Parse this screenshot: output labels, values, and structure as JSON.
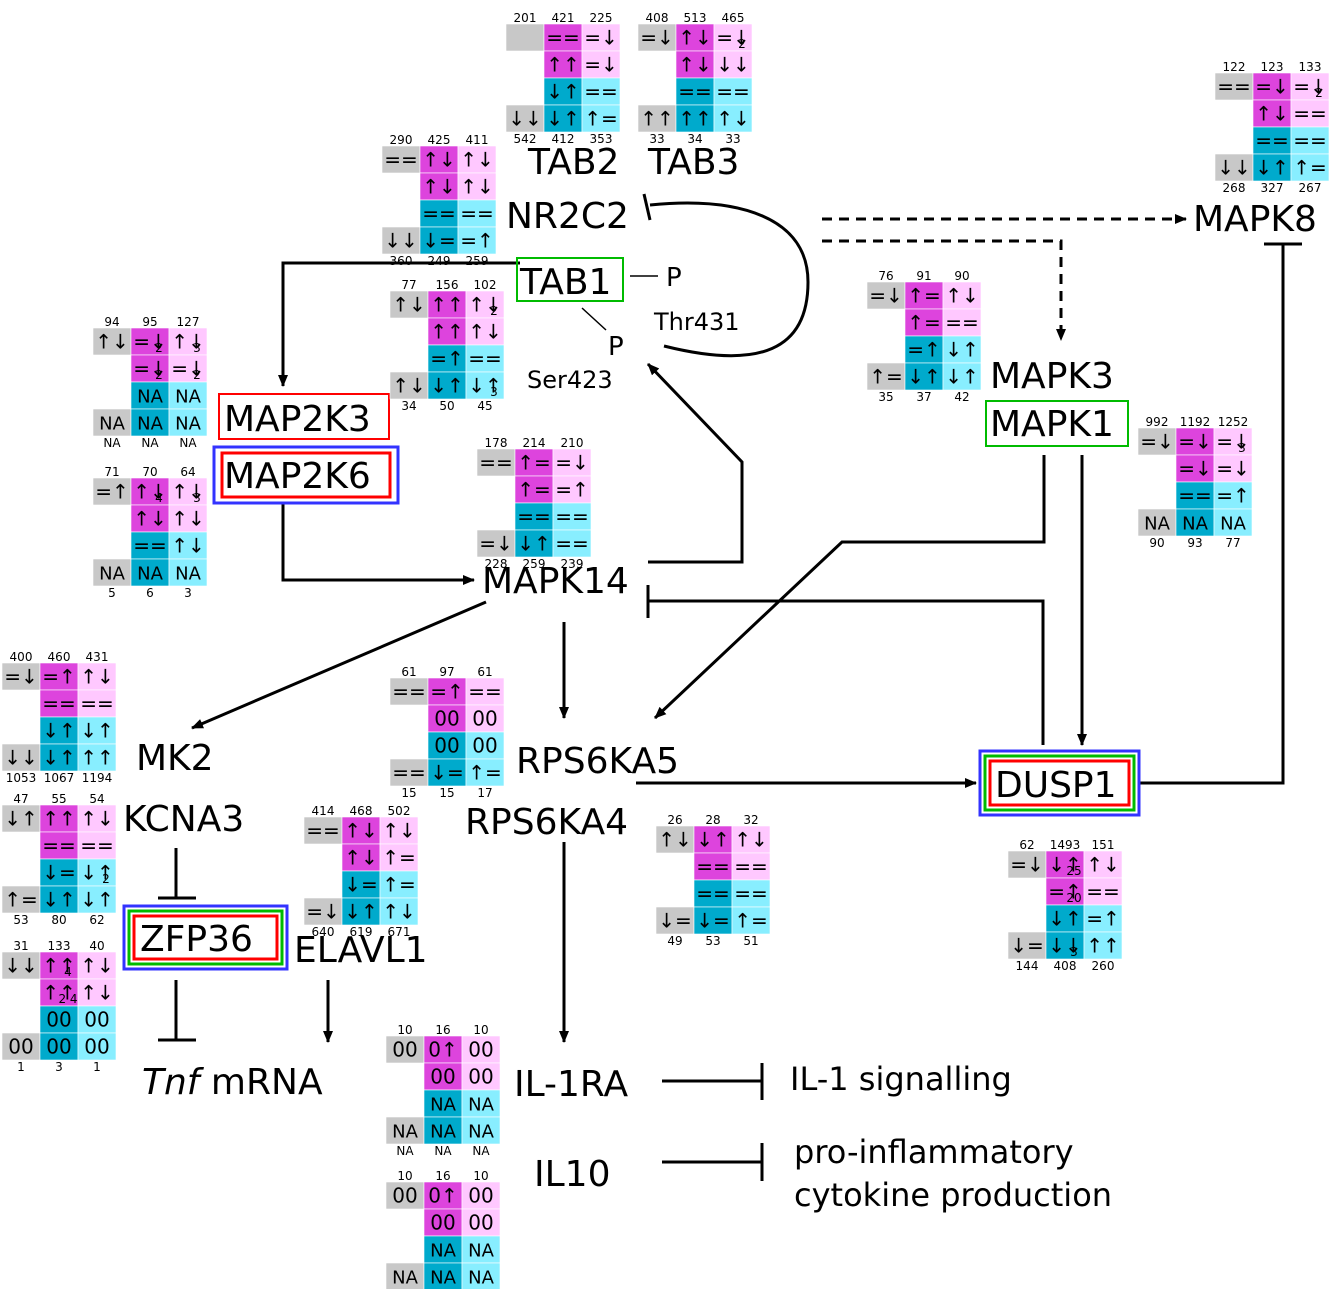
{
  "colors": {
    "gray": "#c8c8c8",
    "magenta": "#dd44dd",
    "pink": "#ffc8ff",
    "teal": "#00aacc",
    "cyan": "#88eeff",
    "red": "#ff0000",
    "green": "#00bb00",
    "blue": "#3333ff"
  },
  "nodes": {
    "tab2": "TAB2",
    "tab3": "TAB3",
    "nr2c2": "NR2C2",
    "tab1": "TAB1",
    "p_thr": "P",
    "thr431": "Thr431",
    "p_ser": "P",
    "ser423": "Ser423",
    "map2k3": "MAP2K3",
    "map2k6": "MAP2K6",
    "mapk14": "MAPK14",
    "mapk8": "MAPK8",
    "mapk3": "MAPK3",
    "mapk1": "MAPK1",
    "mk2": "MK2",
    "kcna3": "KCNA3",
    "zfp36": "ZFP36",
    "elavl1": "ELAVL1",
    "rps6ka5": "RPS6KA5",
    "rps6ka4": "RPS6KA4",
    "dusp1": "DUSP1",
    "tnf_italic": "Tnf",
    "tnf_rest": " mRNA",
    "il1ra": "IL-1RA",
    "il10": "IL10",
    "il1sig": "IL-1 signalling",
    "proinf1": "pro-inflammatory",
    "proinf2": "cytokine production"
  },
  "heatmaps": [
    {
      "id": "TAB2",
      "top": [
        "201",
        "421",
        "225"
      ],
      "bottom": [
        "542",
        "412",
        "353"
      ],
      "cells": [
        [
          "",
          "==",
          "=↓"
        ],
        [
          "",
          "↑↑",
          "=↓"
        ],
        [
          "",
          "↓↑",
          "=="
        ],
        [
          "↓↓",
          "↓↑",
          "↑="
        ]
      ],
      "sub": []
    },
    {
      "id": "TAB3",
      "top": [
        "408",
        "513",
        "465"
      ],
      "bottom": [
        "33",
        "34",
        "33"
      ],
      "cells": [
        [
          "=↓",
          "↑↓",
          "=↓"
        ],
        [
          "",
          "↑↓",
          "↓↓"
        ],
        [
          "",
          "==",
          "=="
        ],
        [
          "↑↑",
          "↑↑",
          "↑↓"
        ]
      ],
      "sub": [
        {
          "r": 0,
          "c": 2,
          "t": "2"
        }
      ]
    },
    {
      "id": "MAPK8",
      "top": [
        "122",
        "123",
        "133"
      ],
      "bottom": [
        "268",
        "327",
        "267"
      ],
      "cells": [
        [
          "==",
          "=↓",
          "=↓"
        ],
        [
          "",
          "↑↓",
          "=="
        ],
        [
          "",
          "==",
          "=="
        ],
        [
          "↓↓",
          "↓↑",
          "↑="
        ]
      ],
      "sub": [
        {
          "r": 0,
          "c": 2,
          "t": "2"
        }
      ]
    },
    {
      "id": "NR2C2",
      "top": [
        "290",
        "425",
        "411"
      ],
      "bottom": [
        "360",
        "249",
        "259"
      ],
      "cells": [
        [
          "==",
          "↑↓",
          "↑↓"
        ],
        [
          "",
          "↑↓",
          "↑↓"
        ],
        [
          "",
          "==",
          "=="
        ],
        [
          "↓↓",
          "↓=",
          "=↑"
        ]
      ],
      "sub": []
    },
    {
      "id": "TAB1",
      "top": [
        "77",
        "156",
        "102"
      ],
      "bottom": [
        "34",
        "50",
        "45"
      ],
      "cells": [
        [
          "↑↓",
          "↑↑",
          "↑↓"
        ],
        [
          "",
          "↑↑",
          "↑↓"
        ],
        [
          "",
          "=↑",
          "=="
        ],
        [
          "↑↓",
          "↓↑",
          "↓↑"
        ]
      ],
      "sub": [
        {
          "r": 0,
          "c": 2,
          "t": "2"
        },
        {
          "r": 3,
          "c": 2,
          "t": "3"
        }
      ]
    },
    {
      "id": "MAPK3",
      "top": [
        "76",
        "91",
        "90"
      ],
      "bottom": [
        "35",
        "37",
        "42"
      ],
      "cells": [
        [
          "=↓",
          "↑=",
          "↑↓"
        ],
        [
          "",
          "↑=",
          "=="
        ],
        [
          "",
          "=↑",
          "↓↑"
        ],
        [
          "↑=",
          "↓↑",
          "↓↑"
        ]
      ],
      "sub": []
    },
    {
      "id": "MAP2K3",
      "top": [
        "94",
        "95",
        "127"
      ],
      "bottom": [
        "NA",
        "NA",
        "NA"
      ],
      "cells": [
        [
          "↑↓",
          "=↓",
          "↑↓"
        ],
        [
          "",
          "=↓",
          "=↓"
        ],
        [
          "",
          "NA",
          "NA"
        ],
        [
          "NA",
          "NA",
          "NA"
        ]
      ],
      "sub": [
        {
          "r": 0,
          "c": 1,
          "t": "2"
        },
        {
          "r": 1,
          "c": 1,
          "t": "2"
        },
        {
          "r": 0,
          "c": 2,
          "t": "3"
        },
        {
          "r": 1,
          "c": 2,
          "t": "2"
        }
      ]
    },
    {
      "id": "MAPK14",
      "top": [
        "178",
        "214",
        "210"
      ],
      "bottom": [
        "228",
        "259",
        "239"
      ],
      "cells": [
        [
          "==",
          "↑=",
          "=↓"
        ],
        [
          "",
          "↑=",
          "=↑"
        ],
        [
          "",
          "==",
          "=="
        ],
        [
          "=↓",
          "↓↑",
          "=="
        ]
      ],
      "sub": []
    },
    {
      "id": "MAPK1",
      "top": [
        "992",
        "1192",
        "1252"
      ],
      "bottom": [
        "90",
        "93",
        "77"
      ],
      "cells": [
        [
          "=↓",
          "=↓",
          "=↓"
        ],
        [
          "",
          "=↓",
          "=↓"
        ],
        [
          "",
          "==",
          "=↑"
        ],
        [
          "NA",
          "NA",
          "NA"
        ]
      ],
      "sub": [
        {
          "r": 0,
          "c": 2,
          "t": "3"
        }
      ]
    },
    {
      "id": "MAP2K6",
      "top": [
        "71",
        "70",
        "64"
      ],
      "bottom": [
        "5",
        "6",
        "3"
      ],
      "cells": [
        [
          "=↑",
          "↑↓",
          "↑↓"
        ],
        [
          "",
          "↑↓",
          "↑↓"
        ],
        [
          "",
          "==",
          "↑↓"
        ],
        [
          "NA",
          "NA",
          "NA"
        ]
      ],
      "sub": [
        {
          "r": 0,
          "c": 1,
          "t": "4"
        },
        {
          "r": 0,
          "c": 2,
          "t": "3"
        }
      ]
    },
    {
      "id": "MK2",
      "top": [
        "400",
        "460",
        "431"
      ],
      "bottom": [
        "1053",
        "1067",
        "1194"
      ],
      "cells": [
        [
          "=↓",
          "=↑",
          "↑↓"
        ],
        [
          "",
          "==",
          "=="
        ],
        [
          "",
          "↓↑",
          "↓↑"
        ],
        [
          "↓↓",
          "↓↑",
          "↑↑"
        ]
      ],
      "sub": []
    },
    {
      "id": "RPS6KA5",
      "top": [
        "61",
        "97",
        "61"
      ],
      "bottom": [
        "15",
        "15",
        "17"
      ],
      "cells": [
        [
          "==",
          "=↑",
          "=="
        ],
        [
          "",
          "00",
          "00"
        ],
        [
          "",
          "00",
          "00"
        ],
        [
          "==",
          "↓=",
          "↑="
        ]
      ],
      "sub": []
    },
    {
      "id": "KCNA3",
      "top": [
        "47",
        "55",
        "54"
      ],
      "bottom": [
        "53",
        "80",
        "62"
      ],
      "cells": [
        [
          "↓↑",
          "↑↑",
          "↑↓"
        ],
        [
          "",
          "==",
          "=="
        ],
        [
          "",
          "↓=",
          "↓↑"
        ],
        [
          "↑=",
          "↓↑",
          "↓↑"
        ]
      ],
      "sub": [
        {
          "r": 2,
          "c": 2,
          "t": "2"
        }
      ]
    },
    {
      "id": "ELAVL1",
      "top": [
        "414",
        "468",
        "502"
      ],
      "bottom": [
        "640",
        "619",
        "671"
      ],
      "cells": [
        [
          "==",
          "↑↓",
          "↑↓"
        ],
        [
          "",
          "↑↓",
          "↑="
        ],
        [
          "",
          "↓=",
          "↑="
        ],
        [
          "=↓",
          "↓↑",
          "↑↓"
        ]
      ],
      "sub": []
    },
    {
      "id": "RPS6KA4",
      "top": [
        "26",
        "28",
        "32"
      ],
      "bottom": [
        "49",
        "53",
        "51"
      ],
      "cells": [
        [
          "↑↓",
          "↓↑",
          "↑↓"
        ],
        [
          "",
          "==",
          "=="
        ],
        [
          "",
          "==",
          "=="
        ],
        [
          "↓=",
          "↓=",
          "↑="
        ]
      ],
      "sub": []
    },
    {
      "id": "DUSP1",
      "top": [
        "62",
        "1493",
        "151"
      ],
      "bottom": [
        "144",
        "408",
        "260"
      ],
      "cells": [
        [
          "=↓",
          "↓↑",
          "↑↓"
        ],
        [
          "",
          "=↑",
          "=="
        ],
        [
          "",
          "↓↑",
          "=↑"
        ],
        [
          "↓=",
          "↓↓",
          "↑↑"
        ]
      ],
      "sub": [
        {
          "r": 0,
          "c": 1,
          "t": "25"
        },
        {
          "r": 1,
          "c": 1,
          "t": "20"
        },
        {
          "r": 3,
          "c": 1,
          "t": "3"
        }
      ]
    },
    {
      "id": "ZFP36",
      "top": [
        "31",
        "133",
        "40"
      ],
      "bottom": [
        "1",
        "3",
        "1"
      ],
      "cells": [
        [
          "↓↓",
          "↑↑",
          "↑↓"
        ],
        [
          "",
          "↑↑",
          "↑↓"
        ],
        [
          "",
          "00",
          "00"
        ],
        [
          "00",
          "00",
          "00"
        ]
      ],
      "sub": [
        {
          "r": 0,
          "c": 1,
          "t": "4"
        },
        {
          "r": 1,
          "c": 1,
          "t": "2 4"
        }
      ]
    },
    {
      "id": "IL1RA",
      "top": [
        "10",
        "16",
        "10"
      ],
      "bottom": [
        "NA",
        "NA",
        "NA"
      ],
      "cells": [
        [
          "00",
          "0↑",
          "00"
        ],
        [
          "",
          "00",
          "00"
        ],
        [
          "",
          "NA",
          "NA"
        ],
        [
          "NA",
          "NA",
          "NA"
        ]
      ],
      "sub": []
    },
    {
      "id": "IL10",
      "top": [
        "10",
        "16",
        "10"
      ],
      "bottom": [
        "NA",
        "NA",
        "NA"
      ],
      "cells": [
        [
          "00",
          "0↑",
          "00"
        ],
        [
          "",
          "00",
          "00"
        ],
        [
          "",
          "NA",
          "NA"
        ],
        [
          "NA",
          "NA",
          "NA"
        ]
      ],
      "sub": []
    }
  ]
}
